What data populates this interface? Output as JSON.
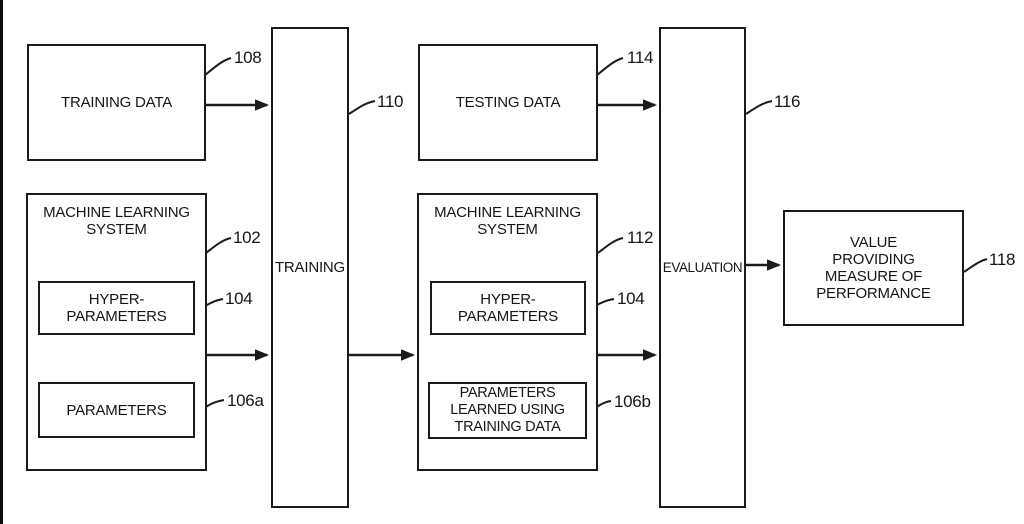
{
  "diagram": {
    "background": "#ffffff",
    "line_color": "#1b1b1b",
    "text_color": "#161616",
    "nodes": {
      "training_data": {
        "label": "TRAINING DATA",
        "ref": "108"
      },
      "ml_system_train": {
        "label": "MACHINE LEARNING SYSTEM",
        "ref": "102"
      },
      "hyper_parameters_train": {
        "label": "HYPER-PARAMETERS",
        "ref": "104"
      },
      "parameters_train": {
        "label": "PARAMETERS",
        "ref": "106a"
      },
      "training": {
        "label": "TRAINING",
        "ref": "110"
      },
      "testing_data": {
        "label": "TESTING DATA",
        "ref": "114"
      },
      "ml_system_eval": {
        "label": "MACHINE LEARNING SYSTEM",
        "ref": "112"
      },
      "hyper_parameters_eval": {
        "label": "HYPER-PARAMETERS",
        "ref": "104"
      },
      "parameters_learned": {
        "label": "PARAMETERS LEARNED USING TRAINING DATA",
        "ref": "106b"
      },
      "evaluation": {
        "label": "EVALUATION",
        "ref": "116"
      },
      "performance_value": {
        "label": "VALUE PROVIDING MEASURE OF PERFORMANCE",
        "ref": "118"
      }
    },
    "connections": [
      {
        "from": "training_data",
        "to": "training"
      },
      {
        "from": "ml_system_train",
        "to": "training"
      },
      {
        "from": "training",
        "to": "ml_system_eval"
      },
      {
        "from": "testing_data",
        "to": "evaluation"
      },
      {
        "from": "ml_system_eval",
        "to": "evaluation"
      },
      {
        "from": "evaluation",
        "to": "performance_value"
      }
    ]
  }
}
